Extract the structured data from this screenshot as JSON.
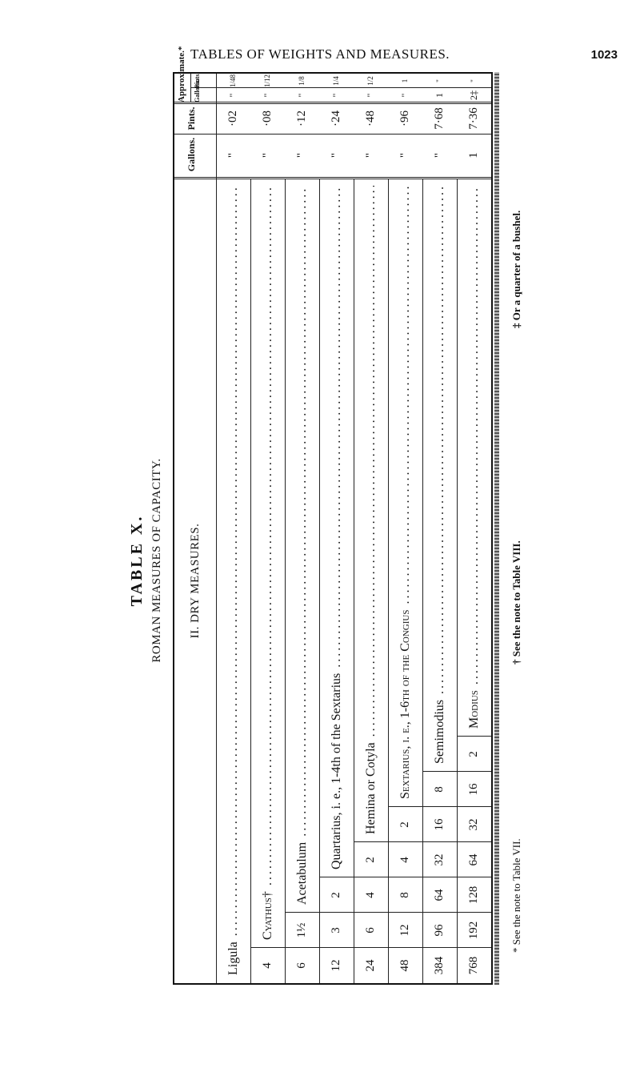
{
  "header": {
    "running_title": "TABLES OF WEIGHTS AND MEASURES.",
    "page_number": "1023"
  },
  "caption": {
    "table": "TABLE X.",
    "subtitle": "ROMAN MEASURES OF CAPACITY."
  },
  "columns": {
    "measures": "II. DRY MEASURES.",
    "gallons": "Gallons.",
    "pints": "Pints.",
    "approximate": "Approximate.*",
    "approx_gallons": "Gallons.",
    "approx_pints": "Pints."
  },
  "rows": [
    {
      "counts": [],
      "label": "Ligula",
      "gallons": "\"",
      "pints": "·02",
      "approx_gallons": "\"",
      "approx_pints": "1/48"
    },
    {
      "counts": [
        "4"
      ],
      "label": "Cyathus†",
      "gallons": "\"",
      "pints": "·08",
      "approx_gallons": "\"",
      "approx_pints": "1/12"
    },
    {
      "counts": [
        "6",
        "1½"
      ],
      "label": "Acetabulum",
      "gallons": "\"",
      "pints": "·12",
      "approx_gallons": "\"",
      "approx_pints": "1/8"
    },
    {
      "counts": [
        "12",
        "3",
        "2"
      ],
      "label": "Quartarius, i. e., 1-4th of the Sextarius",
      "gallons": "\"",
      "pints": "·24",
      "approx_gallons": "\"",
      "approx_pints": "1/4"
    },
    {
      "counts": [
        "24",
        "6",
        "4",
        "2"
      ],
      "label": "Hemina or Cotyla",
      "gallons": "\"",
      "pints": "·48",
      "approx_gallons": "\"",
      "approx_pints": "1/2"
    },
    {
      "counts": [
        "48",
        "12",
        "8",
        "4",
        "2"
      ],
      "label": "Sextarius, i. e., 1-6th of the Congius",
      "gallons": "\"",
      "pints": "·96",
      "approx_gallons": "\"",
      "approx_pints": "1"
    },
    {
      "counts": [
        "384",
        "96",
        "64",
        "32",
        "16",
        "8"
      ],
      "label": "Semimodius",
      "gallons": "\"",
      "pints": "7·68",
      "approx_gallons": "1",
      "approx_pints": "\""
    },
    {
      "counts": [
        "768",
        "192",
        "128",
        "64",
        "32",
        "16",
        "2"
      ],
      "label": "Modius",
      "gallons": "1",
      "pints": "7·36",
      "approx_gallons": "2‡",
      "approx_pints": "\""
    }
  ],
  "footnotes": {
    "star": "* See the note to Table VII.",
    "dagger": "† See the note to Table VIII.",
    "double_dagger": "‡ Or a quarter of a bushel."
  }
}
